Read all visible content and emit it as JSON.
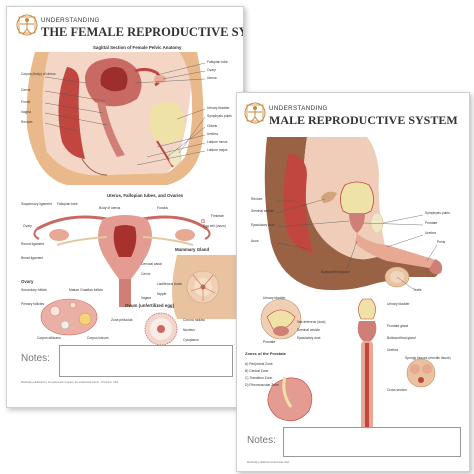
{
  "female_poster": {
    "pretitle": "UNDERSTANDING",
    "title": "THE FEMALE REPRODUCTIVE SYSTEM",
    "sagittal_title": "Sagittal Section of Female Pelvic Anatomy",
    "uterus_title": "Uterus, Fallopian tubes, and Ovaries",
    "mammary_title": "Mammary Gland",
    "ovary_title": "Ovary",
    "ovum_title": "Ovum (unfertilized egg)",
    "left_labels": [
      "Corpus (body) of uterus",
      "Cervix",
      "Fornix",
      "Vagina",
      "Rectum"
    ],
    "right_labels": [
      "Fallopian tube",
      "Ovary",
      "Uterus",
      "Urinary bladder",
      "Symphysis pubis",
      "Clitoris",
      "Urethra",
      "Labium minus",
      "Labium majus"
    ],
    "uterus_labels": [
      "Suspensory ligament",
      "Fallopian tube",
      "Body of uterus",
      "Fundus",
      "Ovary",
      "Round ligament",
      "Broad ligament",
      "Cervix",
      "Vagina",
      "Fimbriae",
      "Egg cell (ovum)",
      "Cervical canal",
      "Lactiferous ducts",
      "Nipple"
    ],
    "ovary_labels": [
      "Secondary follicle",
      "Mature Graafian follicle",
      "Primary follicles",
      "Corpus albicans",
      "Corpus luteum"
    ],
    "ovum_labels": [
      "Zona pellucida",
      "Corona radiata",
      "Nucleus",
      "Cytoplasm"
    ],
    "notes_label": "Notes:",
    "footer": "Medically published by an esteemed company for anatomical charts · Printed in USA"
  },
  "male_poster": {
    "pretitle": "UNDERSTANDING",
    "title": "MALE REPRODUCTIVE SYSTEM",
    "left_labels": [
      "Rectum",
      "Seminal vesicle",
      "Ejaculatory duct",
      "Anus"
    ],
    "right_labels": [
      "Symphysis pubis",
      "Prostate",
      "Urethra",
      "Penis",
      "Testis",
      "Bulbourethral gland"
    ],
    "zones_title": "Zones of the Prostate",
    "zones": [
      "A) Peripheral Zone",
      "B) Central Zone",
      "C) Transition Zone",
      "D) Fibromuscular Zone"
    ],
    "detail_labels": [
      "Vas deferens (duct)",
      "Seminal vesicle",
      "Ejaculatory duct",
      "Urinary bladder",
      "Prostate gland",
      "Bulbourethral gland",
      "Urethra",
      "Glans",
      "External urethral orifice",
      "Spongy tissues (erectile tissue)",
      "Cross section",
      "Urinary bladder",
      "Prostate"
    ],
    "notes_label": "Notes:",
    "footer": "Medically published anatomical chart"
  },
  "colors": {
    "tissue_pink": "#e9a7a0",
    "tissue_red": "#c0463f",
    "skin": "#e9b98c",
    "skin_dark": "#9a6244",
    "bladder": "#efe2a6",
    "bone": "#f1e7c6",
    "title_text": "#333333"
  }
}
